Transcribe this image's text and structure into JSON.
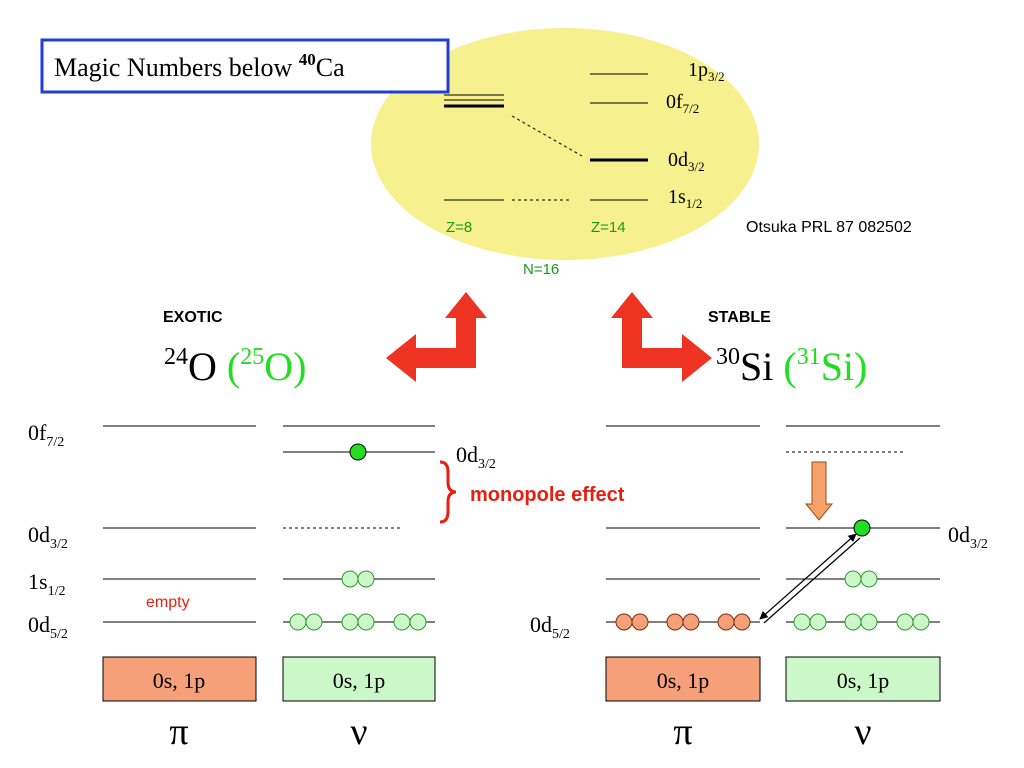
{
  "colors": {
    "ellipse_fill": "#f6f08e",
    "title_box_border": "#1f3fd0",
    "arrow_red": "#ee3322",
    "orange_fill": "#f5a078",
    "light_green_fill": "#ccf7c8",
    "bright_green": "#22dd22",
    "green_text": "#1a9a1a",
    "red_text": "#e52010",
    "down_arrow_fill": "#f6a06a"
  },
  "top": {
    "title_prefix": "Magic Numbers below ",
    "title_mass": "40",
    "title_element": "Ca",
    "levels": {
      "p32": {
        "main": "1p",
        "sub": "3/2"
      },
      "f72": {
        "main": "0f",
        "sub": "7/2"
      },
      "d32": {
        "main": "0d",
        "sub": "3/2"
      },
      "s12": {
        "main": "1s",
        "sub": "1/2"
      }
    },
    "z8": "Z=8",
    "z14": "Z=14",
    "n16": "N=16",
    "reference": "Otsuka PRL 87 082502"
  },
  "left": {
    "tag": "EXOTIC",
    "nucleus_mass": "24",
    "nucleus_element": "O",
    "paren_open": " (",
    "paren_mass": "25",
    "paren_element": "O)",
    "empty_label": "empty",
    "core_pi": "0s, 1p",
    "core_nu": "0s, 1p",
    "pi_symbol": "π",
    "nu_symbol": "ν"
  },
  "right": {
    "tag": "STABLE",
    "nucleus_mass": "30",
    "nucleus_element": "Si",
    "paren_open": " (",
    "paren_mass": "31",
    "paren_element": "Si)",
    "core_pi": "0s, 1p",
    "core_nu": "0s, 1p",
    "pi_symbol": "π",
    "nu_symbol": "ν"
  },
  "labels": {
    "f72": {
      "main": "0f",
      "sub": "7/2"
    },
    "d32": {
      "main": "0d",
      "sub": "3/2"
    },
    "s12": {
      "main": "1s",
      "sub": "1/2"
    },
    "d52": {
      "main": "0d",
      "sub": "5/2"
    }
  },
  "monopole_label": "monopole effect"
}
